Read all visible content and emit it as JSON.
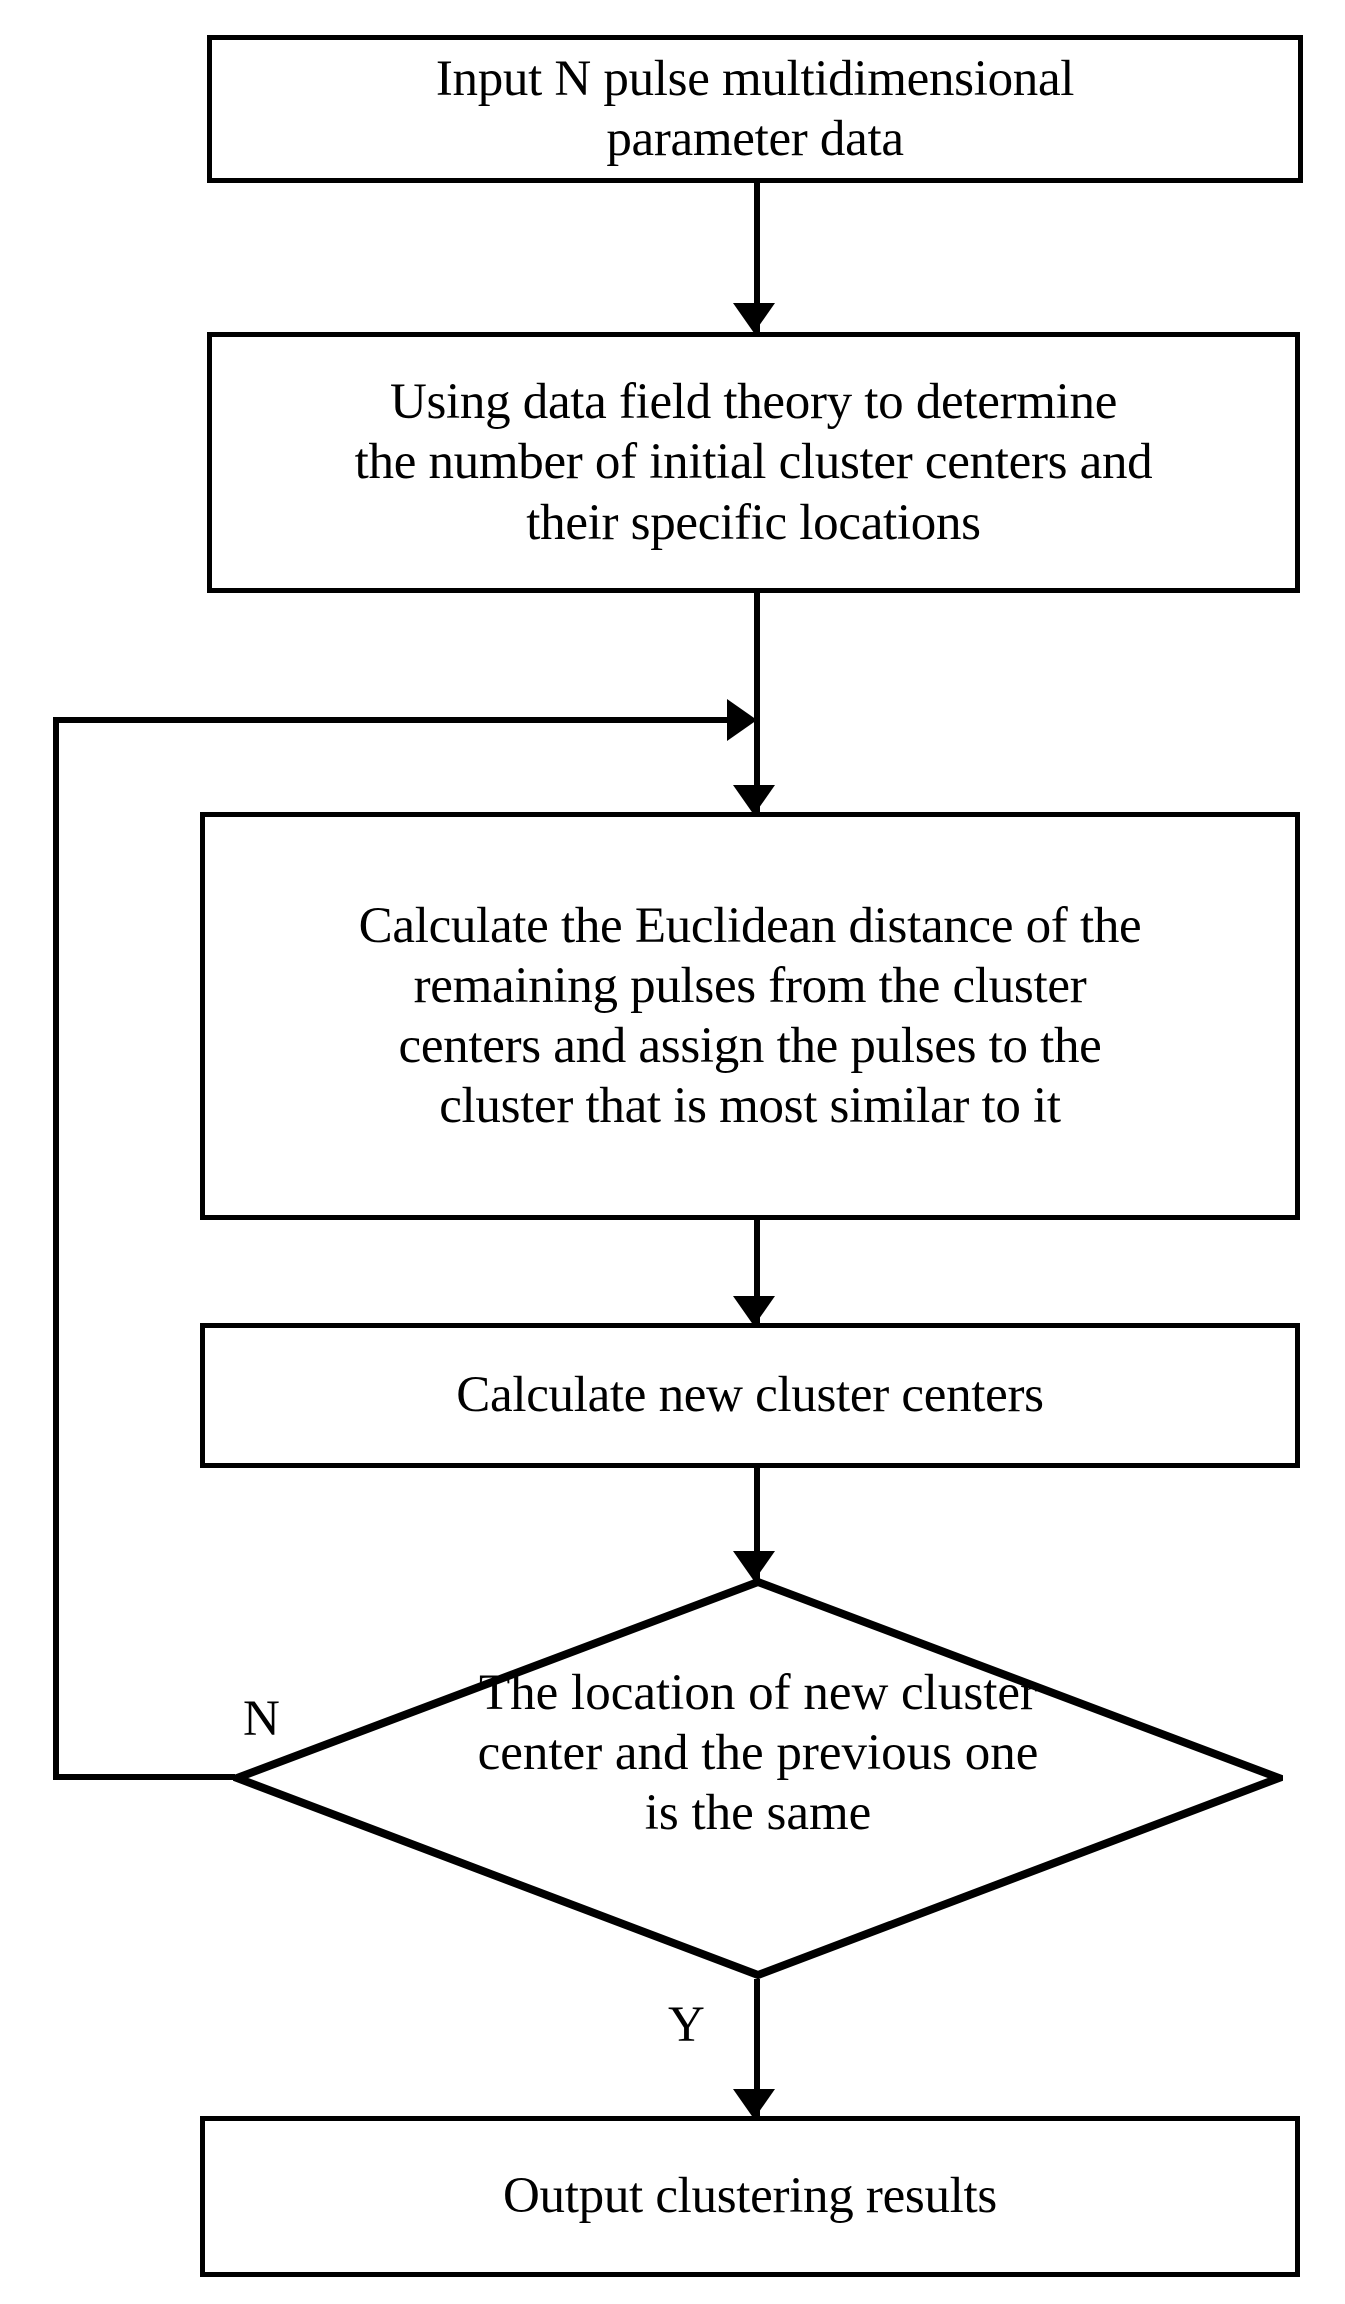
{
  "diagram": {
    "type": "flowchart",
    "title": "Clustering algorithm flowchart",
    "nodes": {
      "input": {
        "shape": "process",
        "label": "Input N pulse multidimensional\nparameter data"
      },
      "datafield": {
        "shape": "process",
        "label": "Using data field theory to determine\nthe number of initial cluster centers and\ntheir specific locations"
      },
      "distance": {
        "shape": "process",
        "label": "Calculate the Euclidean distance of the\nremaining pulses from the cluster\ncenters and assign the pulses to the\ncluster that is most similar to it"
      },
      "newcenters": {
        "shape": "process",
        "label": "Calculate new cluster centers"
      },
      "decision": {
        "shape": "decision",
        "label": "The location of new cluster\ncenter and the previous one\nis the same"
      },
      "output": {
        "shape": "process",
        "label": "Output clustering results"
      }
    },
    "branch_labels": {
      "no": "N",
      "yes": "Y"
    },
    "colors": {
      "stroke": "#000000",
      "fill": "#ffffff",
      "text": "#000000"
    }
  }
}
